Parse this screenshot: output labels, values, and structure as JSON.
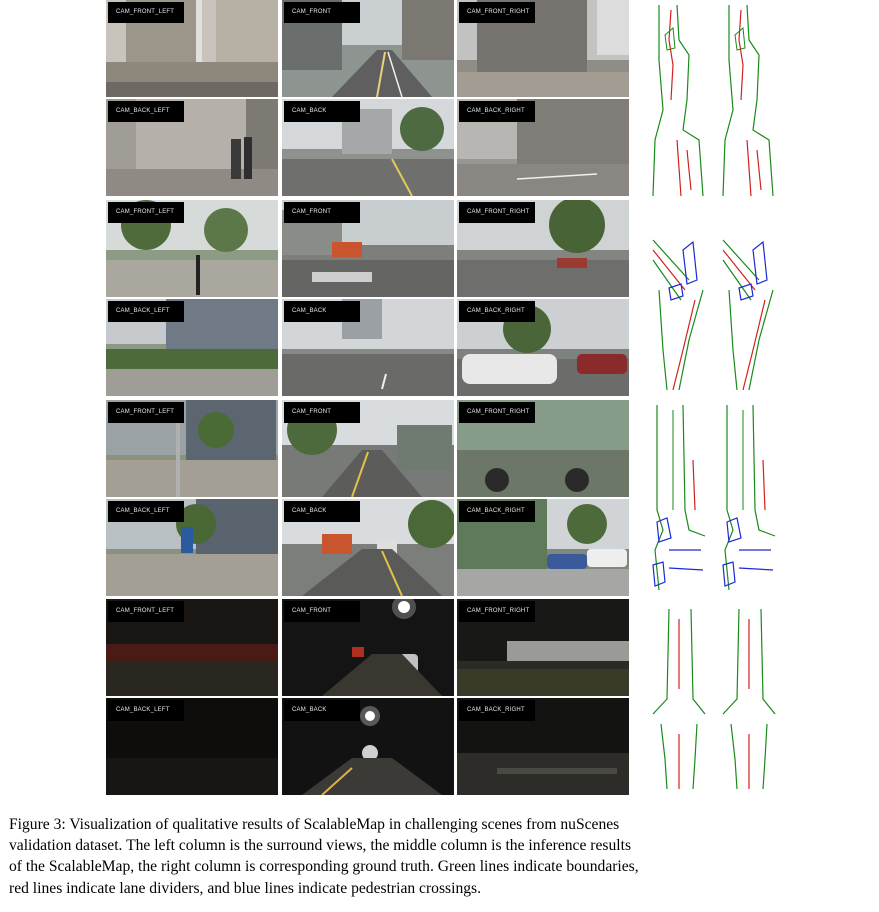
{
  "camera_labels": {
    "front_left": "CAM_FRONT_LEFT",
    "front": "CAM_FRONT",
    "front_right": "CAM_FRONT_RIGHT",
    "back_left": "CAM_BACK_LEFT",
    "back": "CAM_BACK",
    "back_right": "CAM_BACK_RIGHT"
  },
  "scenes": [
    {
      "id": "scene-1",
      "lighting": "day"
    },
    {
      "id": "scene-2",
      "lighting": "day"
    },
    {
      "id": "scene-3",
      "lighting": "day"
    },
    {
      "id": "scene-4",
      "lighting": "night"
    }
  ],
  "legend_colors": {
    "boundary": "#1a8a1a",
    "lane_divider": "#d42020",
    "pedestrian_crossing": "#1a2ad4"
  },
  "caption": {
    "line1": "Figure 3: Visualization of qualitative results of ScalableMap in challenging scenes from nuScenes",
    "line2": "validation dataset. The left column is the surround views, the middle column is the inference results",
    "line3": "of the ScalableMap, the right column is corresponding ground truth. Green lines indicate boundaries,",
    "line4": "red lines indicate lane dividers, and blue lines indicate pedestrian crossings."
  }
}
